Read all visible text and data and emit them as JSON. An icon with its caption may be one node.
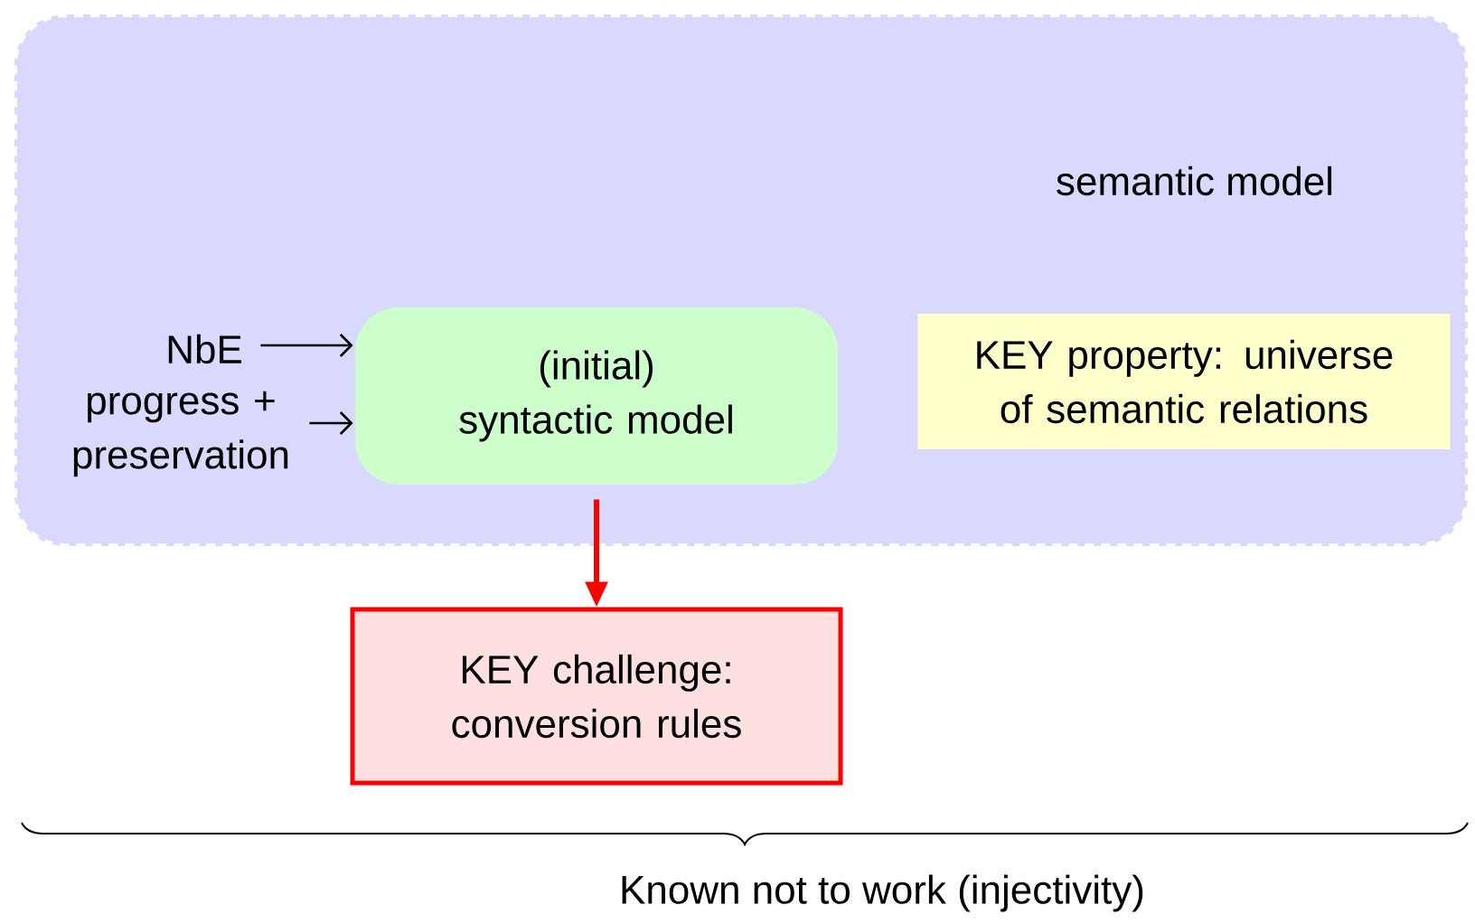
{
  "diagram": {
    "nodes": [
      {
        "text": [
          "semantic model"
        ]
      },
      {
        "text": [
          "(initial) syntactic model"
        ],
        "in": 0
      },
      {
        "text": [
          "NbE"
        ],
        "in": 0
      },
      {
        "text": [
          "progress + preservation"
        ],
        "in": 0
      },
      {
        "text": [
          "KEY property: universe of semantic relations"
        ],
        "in": 0
      },
      {
        "text": [
          "KEY challenge: conversion rules"
        ]
      }
    ],
    "edges": [
      {
        "from": 2,
        "to": 1,
        "arrow": "to"
      },
      {
        "from": 3,
        "to": 1,
        "arrow": "to"
      },
      {
        "from": 1,
        "to": 5,
        "arrow": "to",
        "style": "thick",
        "color": "#ff0000"
      }
    ],
    "labels": [
      "Known not to work (injectivity)"
    ]
  }
}
